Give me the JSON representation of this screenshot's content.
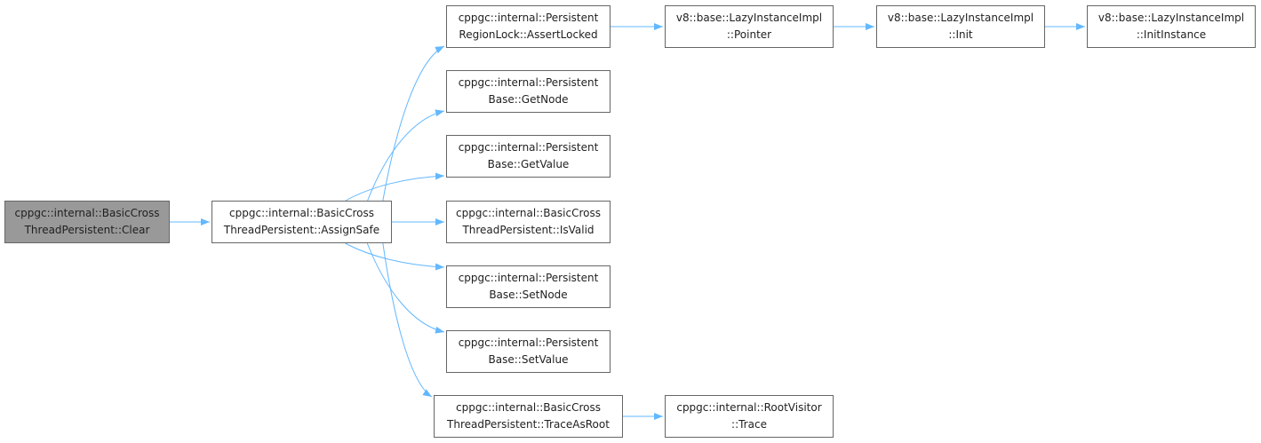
{
  "colors": {
    "edge": "#63b8ff",
    "node_border": "#666666",
    "root_fill": "#999999",
    "node_fill": "#ffffff"
  },
  "nodes": {
    "clear": {
      "line1": "cppgc::internal::BasicCross",
      "line2": "ThreadPersistent::Clear"
    },
    "assign_safe": {
      "line1": "cppgc::internal::BasicCross",
      "line2": "ThreadPersistent::AssignSafe"
    },
    "assert_locked": {
      "line1": "cppgc::internal::Persistent",
      "line2": "RegionLock::AssertLocked"
    },
    "get_node": {
      "line1": "cppgc::internal::Persistent",
      "line2": "Base::GetNode"
    },
    "get_value": {
      "line1": "cppgc::internal::Persistent",
      "line2": "Base::GetValue"
    },
    "is_valid": {
      "line1": "cppgc::internal::BasicCross",
      "line2": "ThreadPersistent::IsValid"
    },
    "set_node": {
      "line1": "cppgc::internal::Persistent",
      "line2": "Base::SetNode"
    },
    "set_value": {
      "line1": "cppgc::internal::Persistent",
      "line2": "Base::SetValue"
    },
    "trace_as_root": {
      "line1": "cppgc::internal::BasicCross",
      "line2": "ThreadPersistent::TraceAsRoot"
    },
    "lazy_pointer": {
      "line1": "v8::base::LazyInstanceImpl",
      "line2": "::Pointer"
    },
    "lazy_init": {
      "line1": "v8::base::LazyInstanceImpl",
      "line2": "::Init"
    },
    "lazy_init_instance": {
      "line1": "v8::base::LazyInstanceImpl",
      "line2": "::InitInstance"
    },
    "root_visitor_trace": {
      "line1": "cppgc::internal::RootVisitor",
      "line2": "::Trace"
    }
  },
  "edges": [
    [
      "clear",
      "assign_safe"
    ],
    [
      "assign_safe",
      "assert_locked"
    ],
    [
      "assign_safe",
      "get_node"
    ],
    [
      "assign_safe",
      "get_value"
    ],
    [
      "assign_safe",
      "is_valid"
    ],
    [
      "assign_safe",
      "set_node"
    ],
    [
      "assign_safe",
      "set_value"
    ],
    [
      "assign_safe",
      "trace_as_root"
    ],
    [
      "assert_locked",
      "lazy_pointer"
    ],
    [
      "lazy_pointer",
      "lazy_init"
    ],
    [
      "lazy_init",
      "lazy_init_instance"
    ],
    [
      "trace_as_root",
      "root_visitor_trace"
    ]
  ]
}
